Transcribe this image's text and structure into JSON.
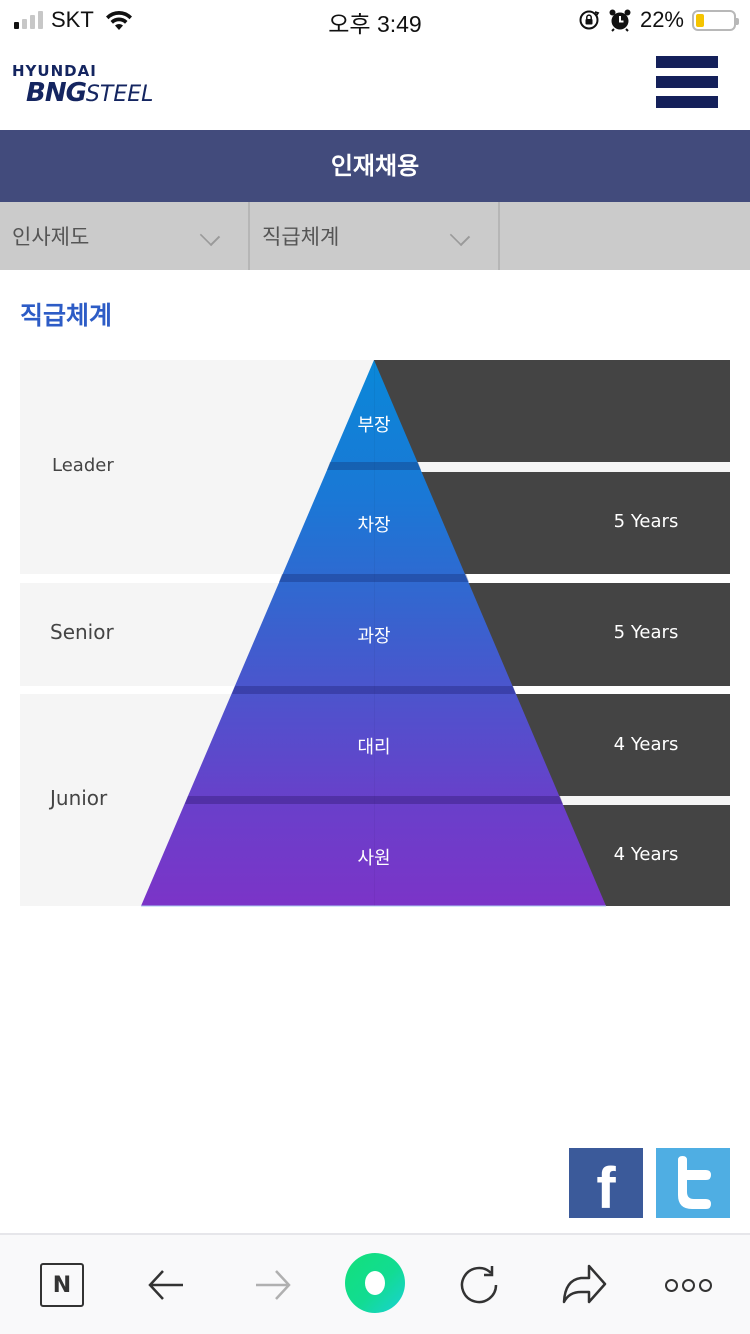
{
  "status_bar": {
    "carrier": "SKT",
    "time": "오후 3:49",
    "battery_percent": "22%",
    "signal_bars": 4,
    "signal_bars_active": 1,
    "icons": [
      "signal-icon",
      "wifi-icon",
      "orientation-lock-icon",
      "alarm-icon",
      "battery-icon"
    ],
    "battery_color": "#f5c400"
  },
  "header": {
    "logo_top": "HYUNDAI",
    "logo_bng": "BNG",
    "logo_steel": "STEEL",
    "menu_icon": "hamburger-menu-icon",
    "brand_color": "#14205a"
  },
  "title_bar": {
    "title": "인재채용",
    "background": "#424b7c"
  },
  "sub_nav": {
    "items": [
      {
        "label": "인사제도",
        "icon": "chevron-down-icon"
      },
      {
        "label": "직급체계",
        "icon": "chevron-down-icon"
      },
      {
        "label": ""
      }
    ]
  },
  "section": {
    "title": "직급체계",
    "title_color": "#2d5cc6"
  },
  "hierarchy": {
    "groups": [
      {
        "label": "Leader",
        "ranks": [
          "부장",
          "차장"
        ]
      },
      {
        "label": "Senior",
        "ranks": [
          "과장"
        ]
      },
      {
        "label": "Junior",
        "ranks": [
          "대리",
          "사원"
        ]
      }
    ],
    "ranks": [
      {
        "label": "부장",
        "years": ""
      },
      {
        "label": "차장",
        "years": "5 Years"
      },
      {
        "label": "과장",
        "years": "5 Years"
      },
      {
        "label": "대리",
        "years": "4 Years"
      },
      {
        "label": "사원",
        "years": "4 Years"
      }
    ],
    "colors": {
      "top": "#1784d8",
      "bottom": "#7b34c8",
      "dark_block": "#444444",
      "panel": "#f5f5f5"
    }
  },
  "social": {
    "facebook": {
      "glyph": "f",
      "icon": "facebook-icon",
      "color": "#3b5a9a"
    },
    "twitter": {
      "glyph": "t",
      "icon": "twitter-icon",
      "color": "#4faee3"
    }
  },
  "toolbar": {
    "items": [
      {
        "name": "naver-home",
        "glyph": "N"
      },
      {
        "name": "back"
      },
      {
        "name": "forward",
        "disabled": true
      },
      {
        "name": "green-dot"
      },
      {
        "name": "reload"
      },
      {
        "name": "share"
      },
      {
        "name": "more"
      }
    ]
  }
}
